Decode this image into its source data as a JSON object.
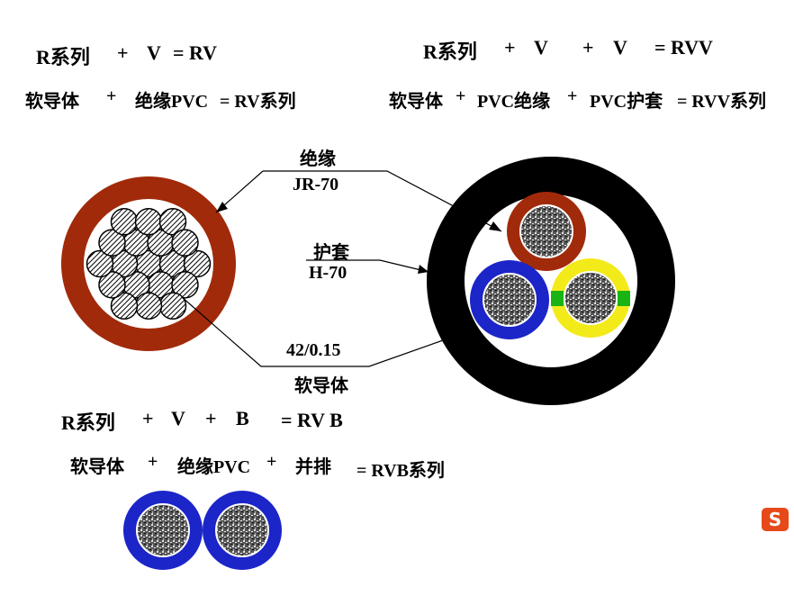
{
  "top_left": {
    "formula": [
      "R系列",
      "+",
      "V",
      "= RV"
    ],
    "components": [
      "软导体",
      "+",
      "绝缘PVC",
      "= RV系列"
    ]
  },
  "top_right": {
    "formula": [
      "R系列",
      "+",
      "V",
      "+",
      "V",
      "= RVV"
    ],
    "components": [
      "软导体",
      "+",
      "PVC绝缘",
      "+",
      "PVC护套",
      "= RVV系列"
    ]
  },
  "labels": {
    "insulation": "绝缘",
    "insulation_code": "JR-70",
    "sheath": "护套",
    "sheath_code": "H-70",
    "conductor_spec": "42/0.15",
    "conductor": "软导体"
  },
  "bottom": {
    "formula": [
      "R系列",
      "+",
      "V",
      "+",
      "B",
      "= RV B"
    ],
    "components": [
      "软导体",
      "+",
      "绝缘PVC",
      "+",
      "并排",
      "= RVB系列"
    ]
  },
  "colors": {
    "rv_insulation": "#a12a0a",
    "rvv_sheath": "#000000",
    "core_brown": "#a12a0a",
    "core_blue": "#1b25c8",
    "core_yellow": "#f3ea1a",
    "core_green": "#18b414",
    "rvb_blue": "#1b25c8"
  },
  "icons": {
    "logo": "sogou-s-icon"
  }
}
